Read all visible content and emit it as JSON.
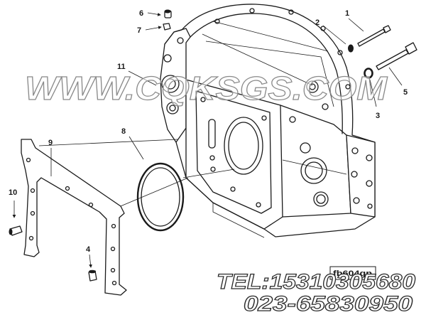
{
  "diagram": {
    "callouts": [
      "1",
      "2",
      "3",
      "4",
      "5",
      "6",
      "7",
      "8",
      "9",
      "10",
      "11"
    ],
    "watermark": "WWW.CQKSGS.COM",
    "drawing_id": "fb604gp"
  },
  "contact": {
    "tel": "TEL:15310305680",
    "phone": "023-65830950"
  },
  "colors": {
    "background": "#ffffff",
    "line": "#1a1a1a",
    "watermark_outline": "#8a8a8a",
    "contact_outline": "#2a2a2a"
  }
}
